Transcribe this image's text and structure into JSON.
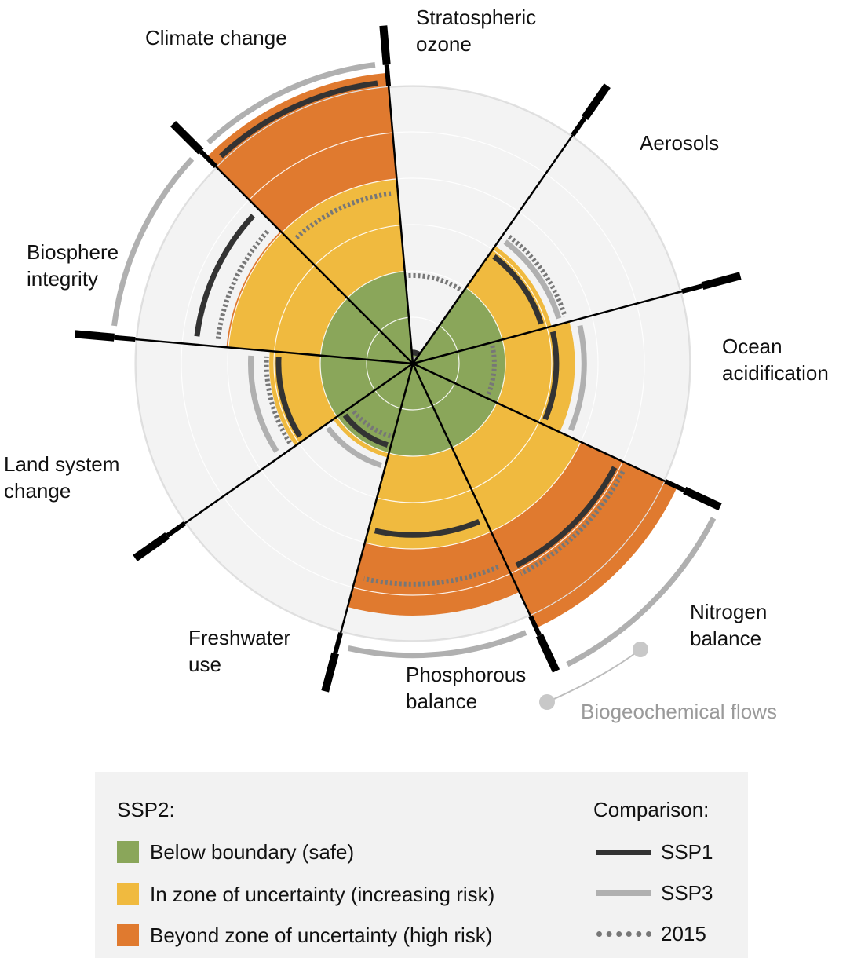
{
  "chart_data": {
    "type": "polar-bar",
    "categories": [
      "Stratospheric ozone",
      "Aerosols",
      "Ocean acidification",
      "Nitrogen balance",
      "Phosphorous balance",
      "Freshwater use",
      "Land system change",
      "Biosphere integrity",
      "Climate change"
    ],
    "group_annotation": "Biogeochemical flows",
    "ssp2_values": [
      0.12,
      1.55,
      1.75,
      3.15,
      2.72,
      1.05,
      1.55,
      2.02,
      3.15
    ],
    "ssp2_zones": [
      "safe",
      "uncertain",
      "uncertain",
      "high",
      "high",
      "uncertain",
      "uncertain",
      "high",
      "high"
    ],
    "ssp1_values": [
      0.12,
      1.45,
      1.55,
      2.45,
      1.85,
      0.92,
      1.45,
      2.35,
      3.05
    ],
    "ssp3_values": [
      0.05,
      1.65,
      1.85,
      3.65,
      3.15,
      1.15,
      1.75,
      3.25,
      3.25
    ],
    "y2015_values": [
      0.95,
      1.72,
      0.88,
      2.55,
      2.38,
      0.82,
      1.58,
      2.12,
      1.85
    ],
    "boundary": 1,
    "uncertainty_zone_upper": 2,
    "rmax": 3.5,
    "colors": {
      "safe": "#8aa65a",
      "uncertain": "#f0ba3f",
      "high": "#e07a2f",
      "ssp1": "#333333",
      "ssp3": "#b0b0b0",
      "y2015": "#777777",
      "background": "#f3f3f3"
    }
  },
  "labels": {
    "stratospheric_ozone": [
      "Stratospheric",
      "ozone"
    ],
    "aerosols": "Aerosols",
    "ocean_acidification": [
      "Ocean",
      "acidification"
    ],
    "nitrogen_balance": [
      "Nitrogen",
      "balance"
    ],
    "phosphorous_balance": [
      "Phosphorous",
      "balance"
    ],
    "freshwater_use": [
      "Freshwater",
      "use"
    ],
    "land_system_change": [
      "Land system",
      "change"
    ],
    "biosphere_integrity": [
      "Biosphere",
      "integrity"
    ],
    "climate_change": "Climate change",
    "biogeochemical_flows": "Biogeochemical flows"
  },
  "legend": {
    "left_title": "SSP2:",
    "safe": "Below boundary (safe)",
    "uncertain": "In zone of uncertainty (increasing risk)",
    "high": "Beyond zone of uncertainty (high risk)",
    "right_title": "Comparison:",
    "ssp1": "SSP1",
    "ssp3": "SSP3",
    "y2015": "2015"
  }
}
